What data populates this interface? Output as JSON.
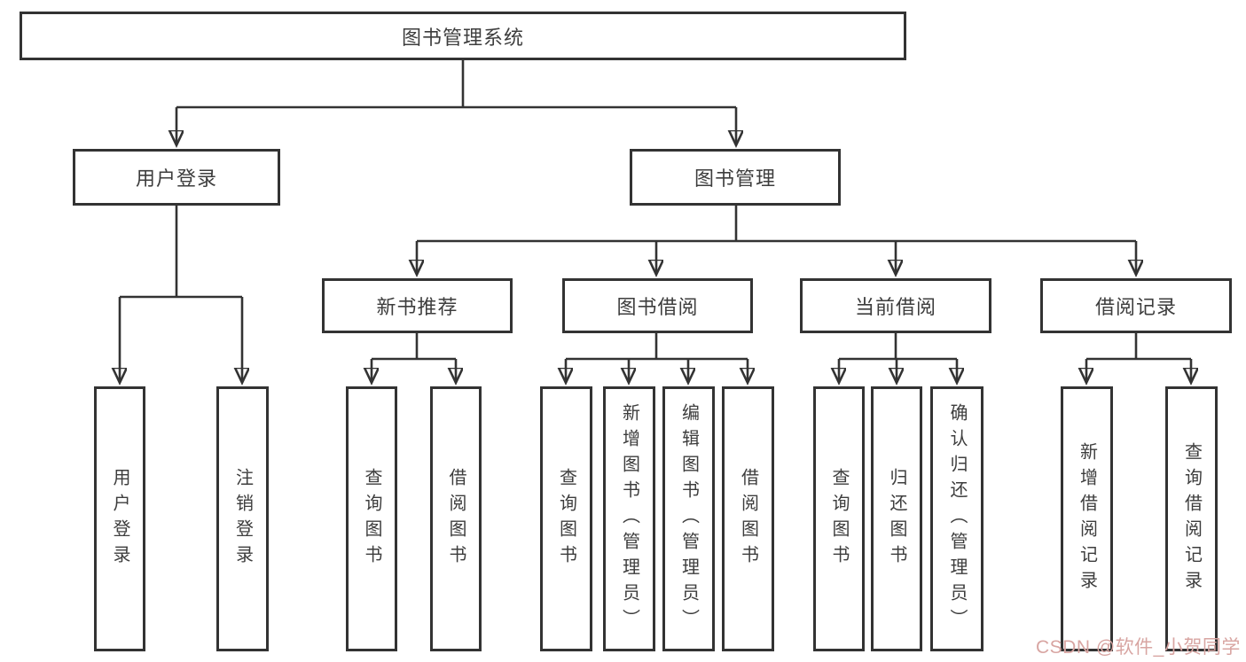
{
  "colors": {
    "line": "#333333",
    "box_border": "#333333",
    "text": "#3d3d3d",
    "background": "#ffffff",
    "watermark": "#d8a5a2"
  },
  "watermark": {
    "text": "CSDN @软件_小贺同学"
  },
  "tree": {
    "root": {
      "label": "图书管理系统",
      "children": [
        {
          "label": "用户登录",
          "children": [
            {
              "label": "用户登录"
            },
            {
              "label": "注销登录"
            }
          ]
        },
        {
          "label": "图书管理",
          "children": [
            {
              "label": "新书推荐",
              "children": [
                {
                  "label": "查询图书"
                },
                {
                  "label": "借阅图书"
                }
              ]
            },
            {
              "label": "图书借阅",
              "children": [
                {
                  "label": "查询图书"
                },
                {
                  "label": "新增图书（管理员）"
                },
                {
                  "label": "编辑图书（管理员）"
                },
                {
                  "label": "借阅图书"
                }
              ]
            },
            {
              "label": "当前借阅",
              "children": [
                {
                  "label": "查询图书"
                },
                {
                  "label": "归还图书"
                },
                {
                  "label": "确认归还（管理员）"
                }
              ]
            },
            {
              "label": "借阅记录",
              "children": [
                {
                  "label": "新增借阅记录"
                },
                {
                  "label": "查询借阅记录"
                }
              ]
            }
          ]
        }
      ]
    }
  }
}
